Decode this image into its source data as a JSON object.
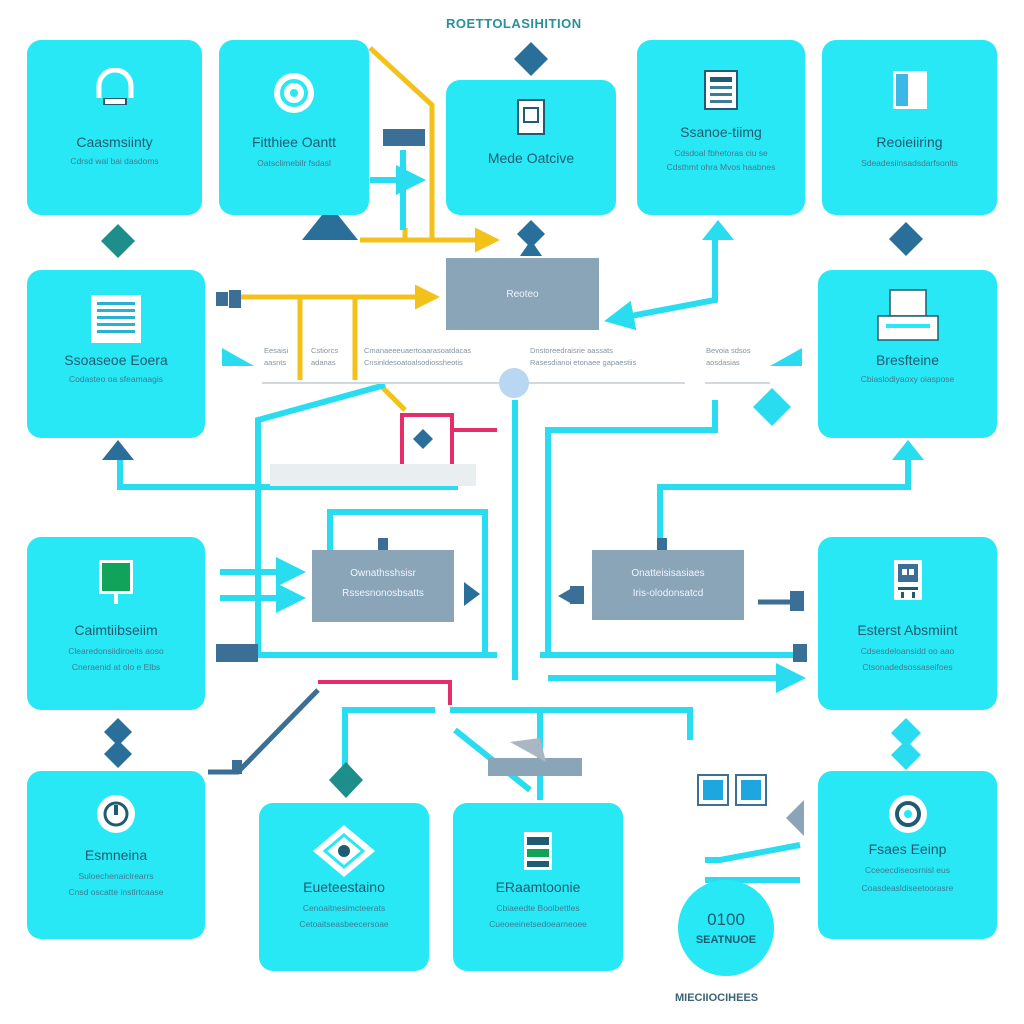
{
  "header": {
    "title": "ROETTOLASIHITION"
  },
  "colors": {
    "card": "#29e8f5",
    "flow": "#2adcf0",
    "accent_yellow": "#f2c21a",
    "accent_red": "#e32e6a",
    "process_box": "#8aa4b8",
    "dark_teal": "#2a7d8a",
    "steel_blue": "#3b6f95"
  },
  "cards": [
    {
      "id": "top-left",
      "icon": "arch-icon",
      "title": "Caasmsiinty",
      "lines": [
        "Cdrsd wal bai dasdoms"
      ]
    },
    {
      "id": "top-2",
      "icon": "ring-icon",
      "title": "Fitthiee Oantt",
      "lines": [
        "Oatsclimebilr fsdasl"
      ]
    },
    {
      "id": "top-center",
      "icon": "frame-icon",
      "title": "Mede Oatcive",
      "lines": []
    },
    {
      "id": "top-4",
      "icon": "document-icon",
      "title": "Ssanoe-tiimg",
      "lines": [
        "Cdsdoal fbhetoras ciu se",
        "Cdsthmt ohra Mvos haabnes"
      ]
    },
    {
      "id": "top-right",
      "icon": "panel-icon",
      "title": "Reoieiiring",
      "lines": [
        "Sdeadesiinsadsdarfsonlts"
      ]
    },
    {
      "id": "mid-left",
      "icon": "list-icon",
      "title": "Ssoaseoe Eoera",
      "lines": [
        "Codasteo oa sfeamaagis"
      ]
    },
    {
      "id": "mid-right",
      "icon": "printer-icon",
      "title": "Bresfteine",
      "lines": [
        "Cbiaslodiyaoxy oiaspose"
      ]
    },
    {
      "id": "left-3",
      "icon": "monitor-icon",
      "title": "Caimtiibseiim",
      "lines": [
        "Clearedonsiidiroeits aoso",
        "Cneraenid at olo e Elbs"
      ]
    },
    {
      "id": "right-3",
      "icon": "device-icon",
      "title": "Esterst Absmiint",
      "lines": [
        "Cdsesdeloansidd oo aao",
        "Ctsonadedsossaseifoes"
      ]
    },
    {
      "id": "bottom-left",
      "icon": "power-icon",
      "title": "Esmneina",
      "lines": [
        "Suloechenaiclrearrs",
        "Cnsd oscatte instlrtcaase"
      ]
    },
    {
      "id": "bottom-2",
      "icon": "diamond-icon",
      "title": "Eueteestaino",
      "lines": [
        "Cenoaitnesimcteerats",
        "Cetoaitseasbeecersoae"
      ]
    },
    {
      "id": "bottom-3",
      "icon": "server-icon",
      "title": "ERaamtoonie",
      "lines": [
        "Cbiaeedte Boolbettles",
        "Cueoeeinetsedoearneoee"
      ]
    },
    {
      "id": "bottom-right",
      "icon": "target-icon",
      "title": "Fsaes Eeinp",
      "lines": [
        "Cceoecdiseosrnisl eus",
        "Coasdeasldiseetoorasre"
      ]
    }
  ],
  "processes": [
    {
      "id": "center-top",
      "lines": [
        "Reoteo"
      ]
    },
    {
      "id": "center-left",
      "lines": [
        "Ownathsshsisr",
        "Rssesnonosbsatts"
      ]
    },
    {
      "id": "center-right",
      "lines": [
        "Onatteisisasiaes",
        "Iris-olodonsatcd"
      ]
    }
  ],
  "table_row": [
    "Eesaisi",
    "Cstiorcs",
    "Cmanaeeeuaertoaarasoatdacas",
    "Dnstoreedraisrie aassats",
    "Bevoia sdsos"
  ],
  "table_row2": [
    "aasnts",
    "adanas",
    "Cnsinldesoatoalsodiossheotis",
    "Rasesdianoi etonaee gapaestiis",
    "aosdasias"
  ],
  "circle_node": {
    "line1": "0100",
    "line2": "SEATNUOE"
  },
  "footer": {
    "label": "MIECIIOCIHEES"
  }
}
